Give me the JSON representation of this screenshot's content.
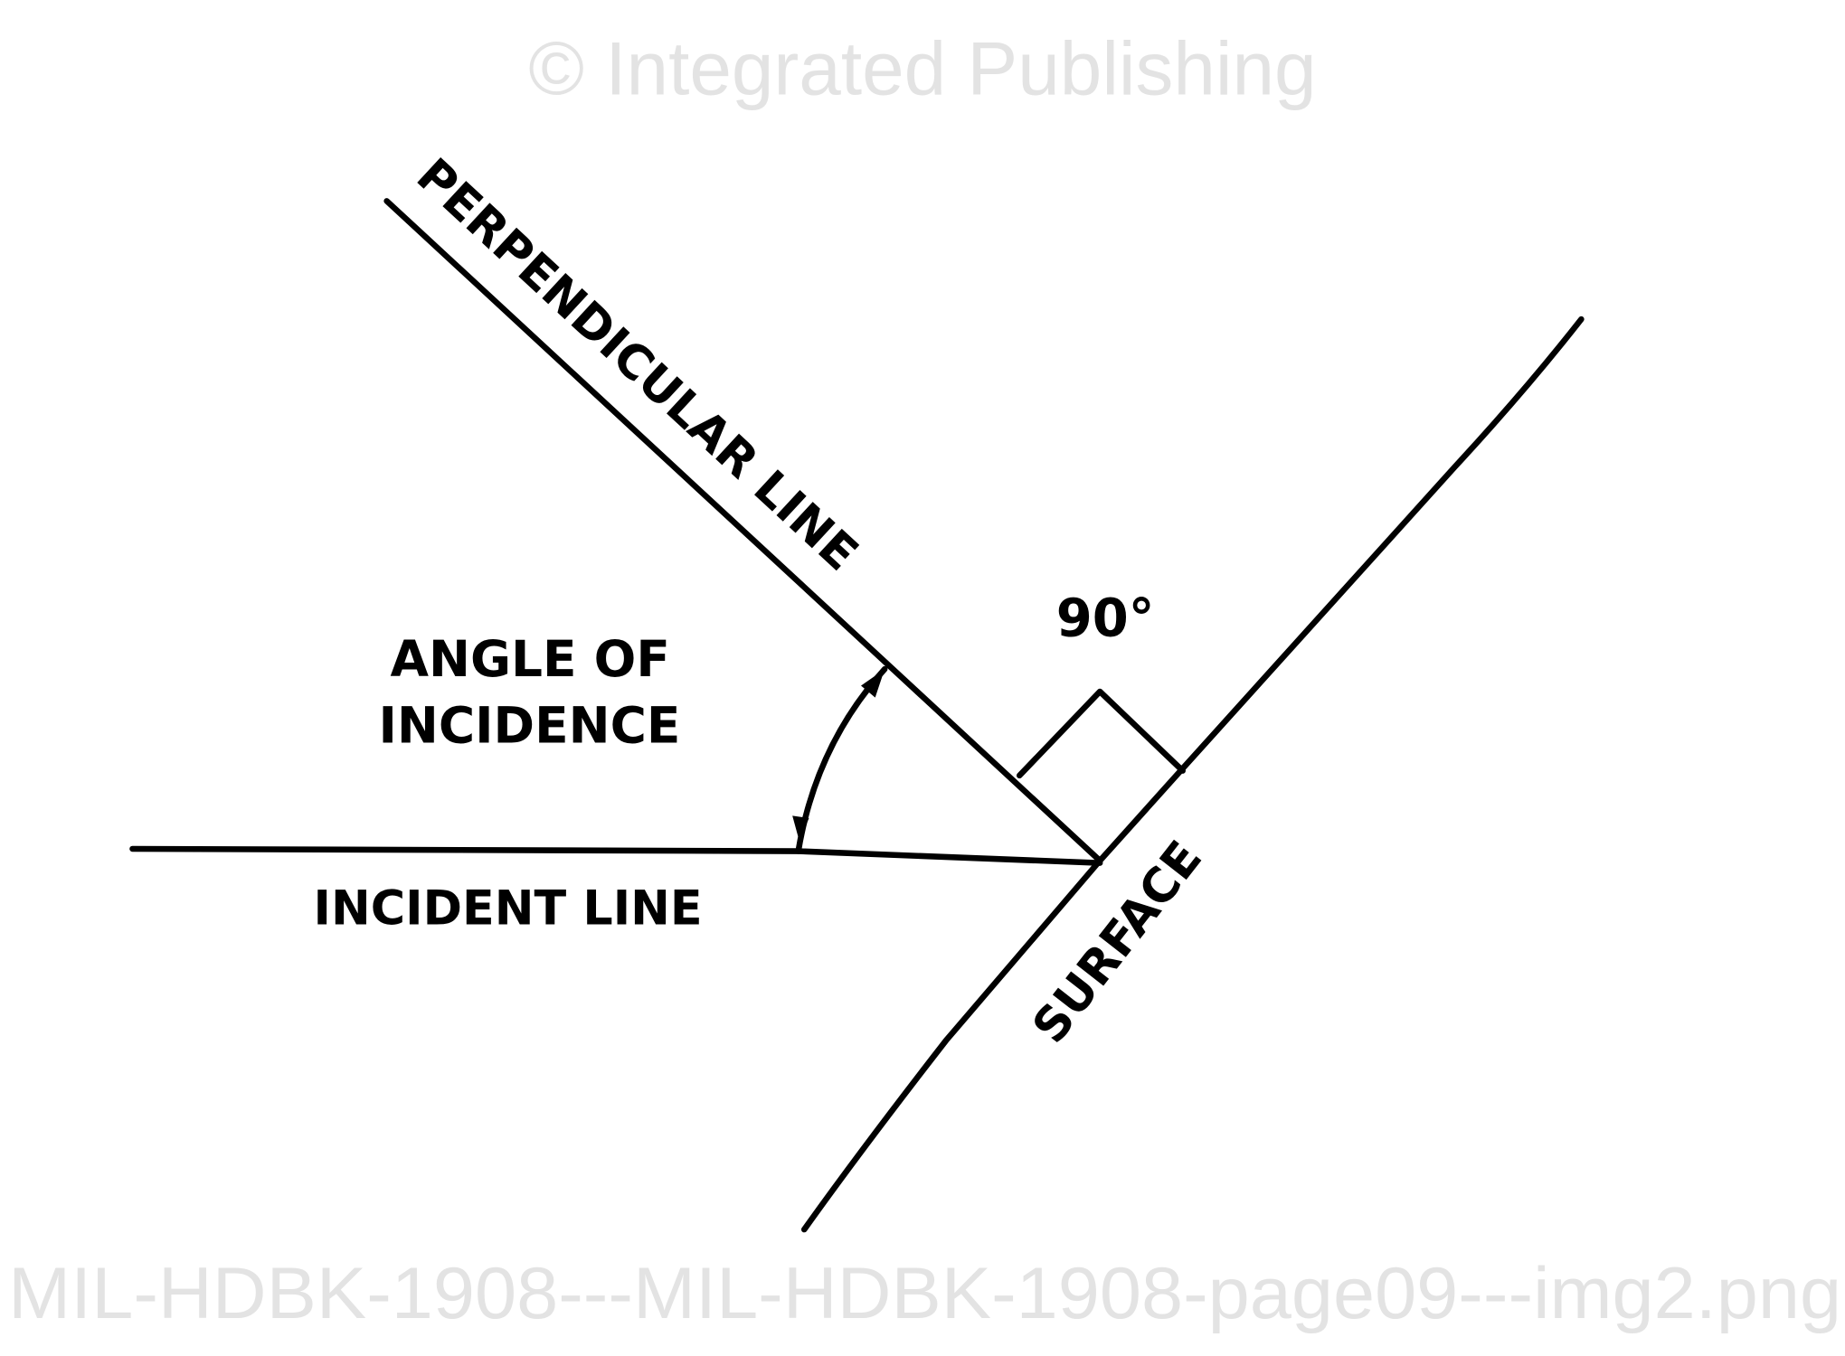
{
  "diagram": {
    "labels": {
      "perpendicular_line": "PERPENDICULAR LINE",
      "right_angle": "90°",
      "angle_of": "ANGLE OF",
      "incidence": "INCIDENCE",
      "incident_line": "INCIDENT LINE",
      "surface": "SURFACE"
    },
    "angles": {
      "right_angle_degrees": 90
    }
  },
  "watermark": {
    "line1": "© Integrated Publishing",
    "line2": "MIL-HDBK-1908---MIL-HDBK-1908-page09---img2.png"
  }
}
